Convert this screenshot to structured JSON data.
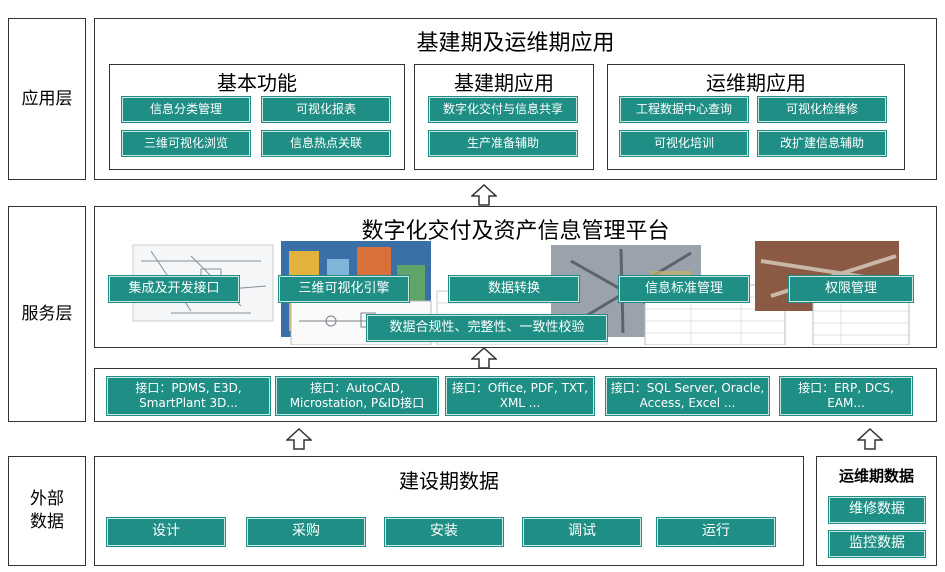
{
  "layers": {
    "application": "应用层",
    "service": "服务层",
    "external": "外部\n数据"
  },
  "app": {
    "title": "基建期及运维期应用",
    "basic": {
      "title": "基本功能",
      "items": [
        "信息分类管理",
        "可视化报表",
        "三维可视化浏览",
        "信息热点关联"
      ]
    },
    "construction": {
      "title": "基建期应用",
      "items": [
        "数字化交付与信息共享",
        "生产准备辅助"
      ]
    },
    "operation": {
      "title": "运维期应用",
      "items": [
        "工程数据中心查询",
        "可视化检维修",
        "可视化培训",
        "改扩建信息辅助"
      ]
    }
  },
  "platform": {
    "title": "数字化交付及资产信息管理平台",
    "modules": [
      "集成及开发接口",
      "三维可视化引擎",
      "数据转换",
      "信息标准管理",
      "权限管理"
    ],
    "validation": "数据合规性、完整性、一致性校验"
  },
  "interfaces": [
    "接口：PDMS, E3D,\nSmartPlant 3D...",
    "接口：AutoCAD,\nMicrostation, P&ID接口",
    "接口：Office, PDF, TXT,\nXML ...",
    "接口：SQL Server, Oracle,\nAccess, Excel ...",
    "接口：ERP, DCS,\nEAM..."
  ],
  "construction_data": {
    "title": "建设期数据",
    "items": [
      "设计",
      "采购",
      "安装",
      "调试",
      "运行"
    ]
  },
  "operation_data": {
    "title": "运维期数据",
    "items": [
      "维修数据",
      "监控数据"
    ]
  },
  "colors": {
    "button": "#1f8f85",
    "border": "#333333"
  }
}
